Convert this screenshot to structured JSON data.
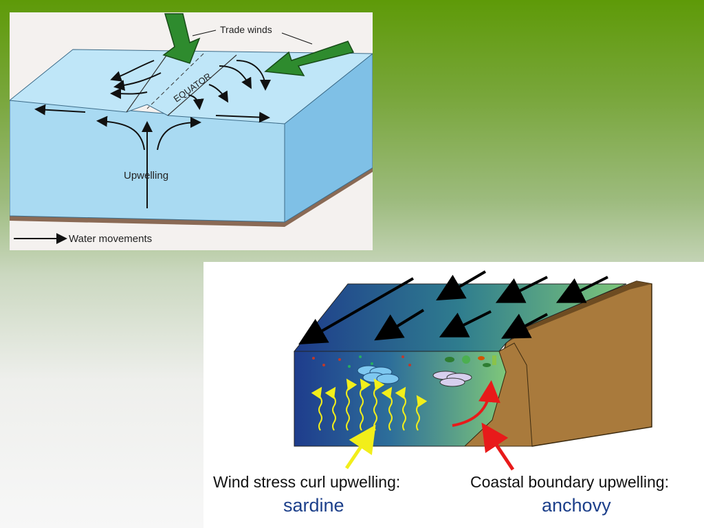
{
  "equatorial_diagram": {
    "trade_winds_label": "Trade winds",
    "equator_label": "EQUATOR",
    "upwelling_label": "Upwelling",
    "legend_label": "Water movements",
    "colors": {
      "water": "#9bd0ee",
      "water_side": "#7fc0e6",
      "sediment": "#8a6a55",
      "wind_arrow": "#2e8b2e"
    }
  },
  "coastal_diagram": {
    "wind_stress_label": "Wind stress curl upwelling:",
    "wind_stress_species": "sardine",
    "coastal_label": "Coastal boundary upwelling:",
    "coastal_species": "anchovy",
    "colors": {
      "ocean_deep": "#1e3c8c",
      "ocean_shallow": "#7ec77a",
      "land": "#a97a3c",
      "wind_stress_arrow": "#f2ee1a",
      "coastal_arrow": "#e81a1a"
    }
  }
}
